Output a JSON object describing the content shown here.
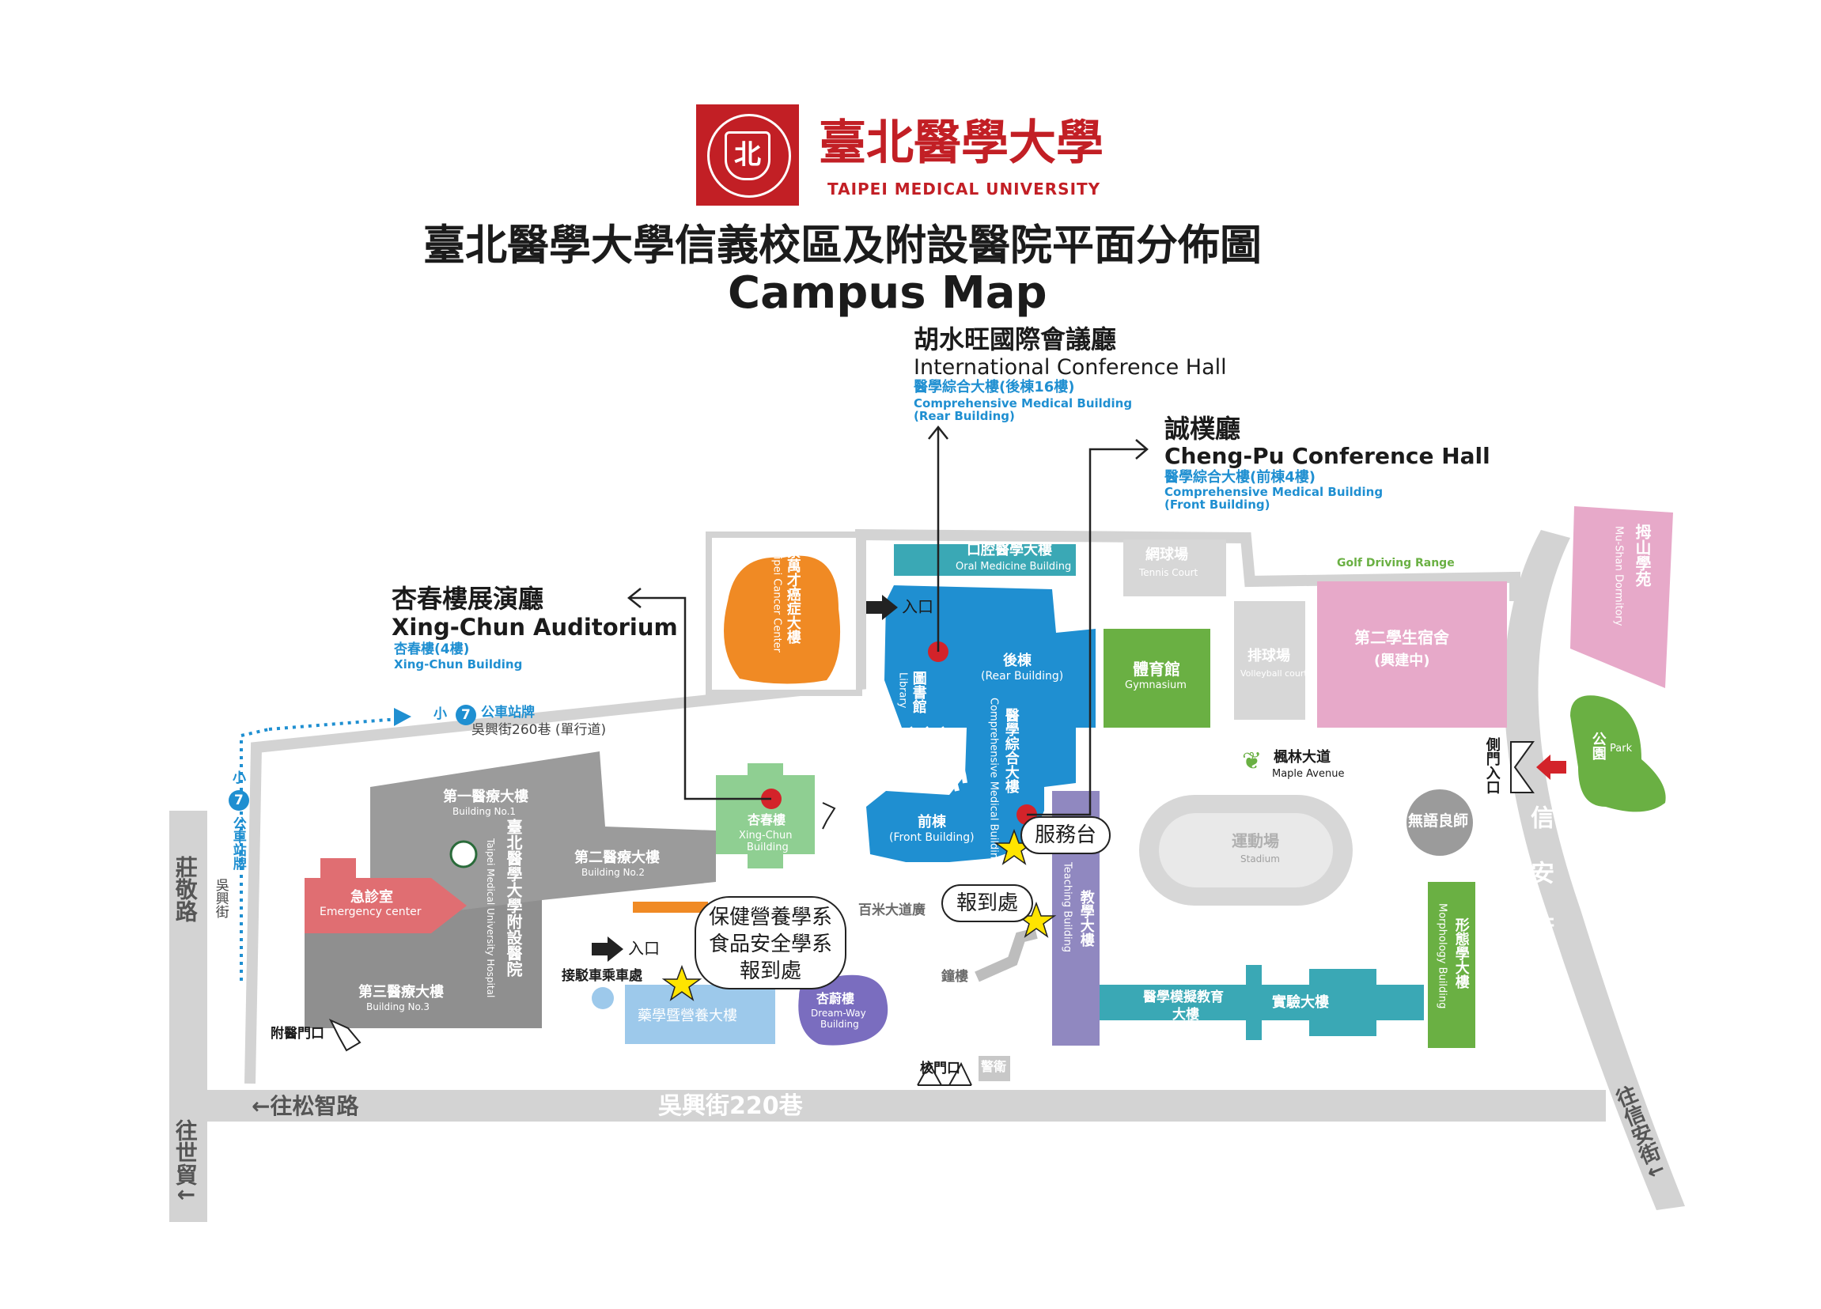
{
  "header": {
    "logo_cn": "臺北醫學大學",
    "logo_en": "TAIPEI MEDICAL UNIVERSITY",
    "title_cn": "臺北醫學大學信義校區及附設醫院平面分佈圖",
    "title_en": "Campus Map"
  },
  "colors": {
    "brand_red": "#c21f25",
    "blue": "#1f8fd1",
    "grey_building": "#9b9b9b",
    "pink": "#e7a9c9",
    "green": "#6ab043",
    "orange": "#f08a24",
    "purple": "#9088c0",
    "teal": "#3aa8b5",
    "road": "#d3d3d3"
  },
  "callouts": {
    "conference_hall": {
      "cn": "胡水旺國際會議廳",
      "en": "International Conference Hall",
      "sub_cn": "醫學綜合大樓(後棟16樓)",
      "sub_en1": "Comprehensive Medical Building",
      "sub_en2": "(Rear Building)"
    },
    "chengpu": {
      "cn": "誠樸廳",
      "en": "Cheng-Pu Conference Hall",
      "sub_cn": "醫學綜合大樓(前棟4樓)",
      "sub_en1": "Comprehensive Medical Building",
      "sub_en2": "(Front Building)"
    },
    "xingchun": {
      "cn": "杏春樓展演廳",
      "en": "Xing-Chun Auditorium",
      "sub_cn": "杏春樓(4樓)",
      "sub_en": "Xing-Chun Building"
    }
  },
  "buildings": {
    "cancer_center_cn": "蔡萬才癌症大樓",
    "cancer_center_en": "Taipei Cancer Center",
    "oral_cn": "口腔醫學大樓",
    "oral_en": "Oral Medicine Building",
    "tennis_cn": "網球場",
    "tennis_en": "Tennis Court",
    "golf": "Golf Driving Range",
    "dorm_cn": "第二學生宿舍",
    "dorm_sub": "(興建中)",
    "mushan_cn": "拇山學苑",
    "mushan_en": "Mu-Shan Dormitory",
    "rear_cn": "後棟",
    "rear_en": "(Rear Building)",
    "library_cn": "圖書館",
    "library_en": "Library",
    "comprehensive_cn": "醫學綜合大樓",
    "comprehensive_en": "Comprehensive Medical Building",
    "gym_cn": "體育館",
    "gym_en": "Gymnasium",
    "volley_cn": "排球場",
    "volley_en": "Volleyball court",
    "park_cn": "公園",
    "park_en": "Park",
    "maple_cn": "楓林大道",
    "maple_en": "Maple Avenue",
    "front_cn": "前棟",
    "front_en": "(Front Building)",
    "xingchun_cn": "杏春樓",
    "xingchun_en1": "Xing-Chun",
    "xingchun_en2": "Building",
    "stadium_cn": "運動場",
    "stadium_en": "Stadium",
    "wuyu_cn": "無語良師",
    "teaching_cn": "教學大樓",
    "teaching_en": "Teaching Building",
    "morph_cn": "形態學大樓",
    "morph_en": "Morphology Building",
    "sim_cn1": "醫學模擬教育",
    "sim_cn2": "大樓",
    "lab_cn": "實驗大樓",
    "b1_cn": "第一醫療大樓",
    "b1_en": "Building No.1",
    "b2_cn": "第二醫療大樓",
    "b2_en": "Building No.2",
    "b3_cn": "第三醫療大樓",
    "b3_en": "Building No.3",
    "hospital_cn": "臺北醫學大學附設醫院",
    "hospital_en": "Taipei Medical University Hospital",
    "emergency_cn": "急診室",
    "emergency_en": "Emergency center",
    "pharmacy_cn": "藥學暨營養大樓",
    "dreamway_cn": "杏蔚樓",
    "dreamway_en1": "Dream-Way",
    "dreamway_en2": "Building",
    "bell_tower": "鐘樓",
    "guard": "警衛",
    "hundred_meter": "百米大道廣"
  },
  "labels": {
    "entrance": "入口",
    "entrance2": "入口",
    "shuttle": "接駁車乘車處",
    "hospital_gate": "附醫門口",
    "school_gate": "校門口",
    "side_gate": "側門入口",
    "service_desk": "服務台",
    "registration": "報到處",
    "reg_nutrition_1": "保健營養學系",
    "reg_nutrition_2": "食品安全學系",
    "reg_nutrition_3": "報到處",
    "bus_top": "公車站牌",
    "bus_top_street": "吳興街260巷 (單行道)",
    "bus_side_cn": "公車站牌",
    "bus_side_street": "吳興街",
    "bus_small": "小",
    "bus_num": "7"
  },
  "roads": {
    "zhuangjing": "莊敬路",
    "wuxing220": "吳興街220巷",
    "songzhi": "←往松智路",
    "shimao": "往世貿↓",
    "xinan": "信安街",
    "xinyi": "往信安街↓"
  }
}
